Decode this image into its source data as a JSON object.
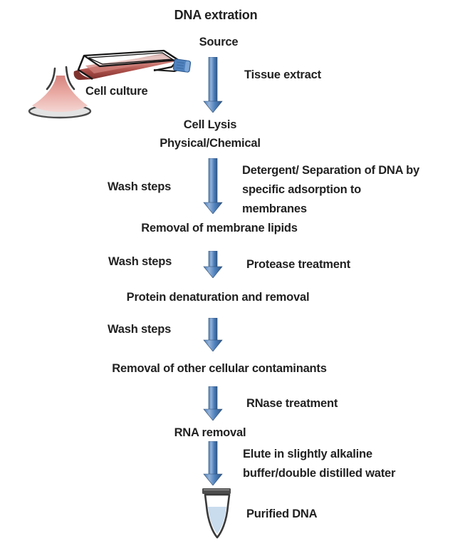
{
  "diagram": {
    "title": "DNA extration",
    "stages": [
      {
        "id": "source",
        "label": "Source"
      },
      {
        "id": "cell-lysis",
        "label": "Cell Lysis",
        "sublabel": "Physical/Chemical"
      },
      {
        "id": "removal-membrane-lipids",
        "label": "Removal of membrane lipids"
      },
      {
        "id": "protein-denaturation",
        "label": "Protein denaturation and removal"
      },
      {
        "id": "removal-cellular-contaminants",
        "label": "Removal of other cellular contaminants"
      },
      {
        "id": "rna-removal",
        "label": "RNA removal"
      },
      {
        "id": "purified-dna",
        "label": "Purified DNA"
      }
    ],
    "arrow_annotations_right": [
      {
        "label": "Tissue extract"
      },
      {
        "label": "Detergent/ Separation of DNA by specific adsorption to membranes"
      },
      {
        "label": "Protease treatment"
      },
      {
        "label": "RNase treatment"
      },
      {
        "label": "Elute in slightly alkaline buffer/double distilled water"
      }
    ],
    "arrow_annotations_left": [
      {
        "label": "Wash steps"
      },
      {
        "label": "Wash steps"
      },
      {
        "label": "Wash steps"
      }
    ],
    "illustrations": {
      "cell_culture_caption": "Cell culture",
      "icons": [
        "tissue-culture-flask-icon",
        "erlenmeyer-flask-icon",
        "microcentrifuge-tube-icon"
      ]
    },
    "colors": {
      "background": "#ffffff",
      "text": "#212121",
      "arrow_blue": "#4f81bd",
      "arrow_blue_light": "#93b2d8",
      "arrow_blue_dark": "#2f5684",
      "flask_red": "#b2544e",
      "flask_red_dark": "#7f322e",
      "flask_pink": "#d1847e",
      "erlen_pink_top": "#d6837d",
      "erlen_pink_bottom": "#f4d6d3",
      "cap_blue": "#4f81bd",
      "cap_blue_light": "#7da7d8",
      "tube_cap_gray": "#4d4d4d",
      "tube_liquid_blue": "#c9dcee"
    }
  }
}
